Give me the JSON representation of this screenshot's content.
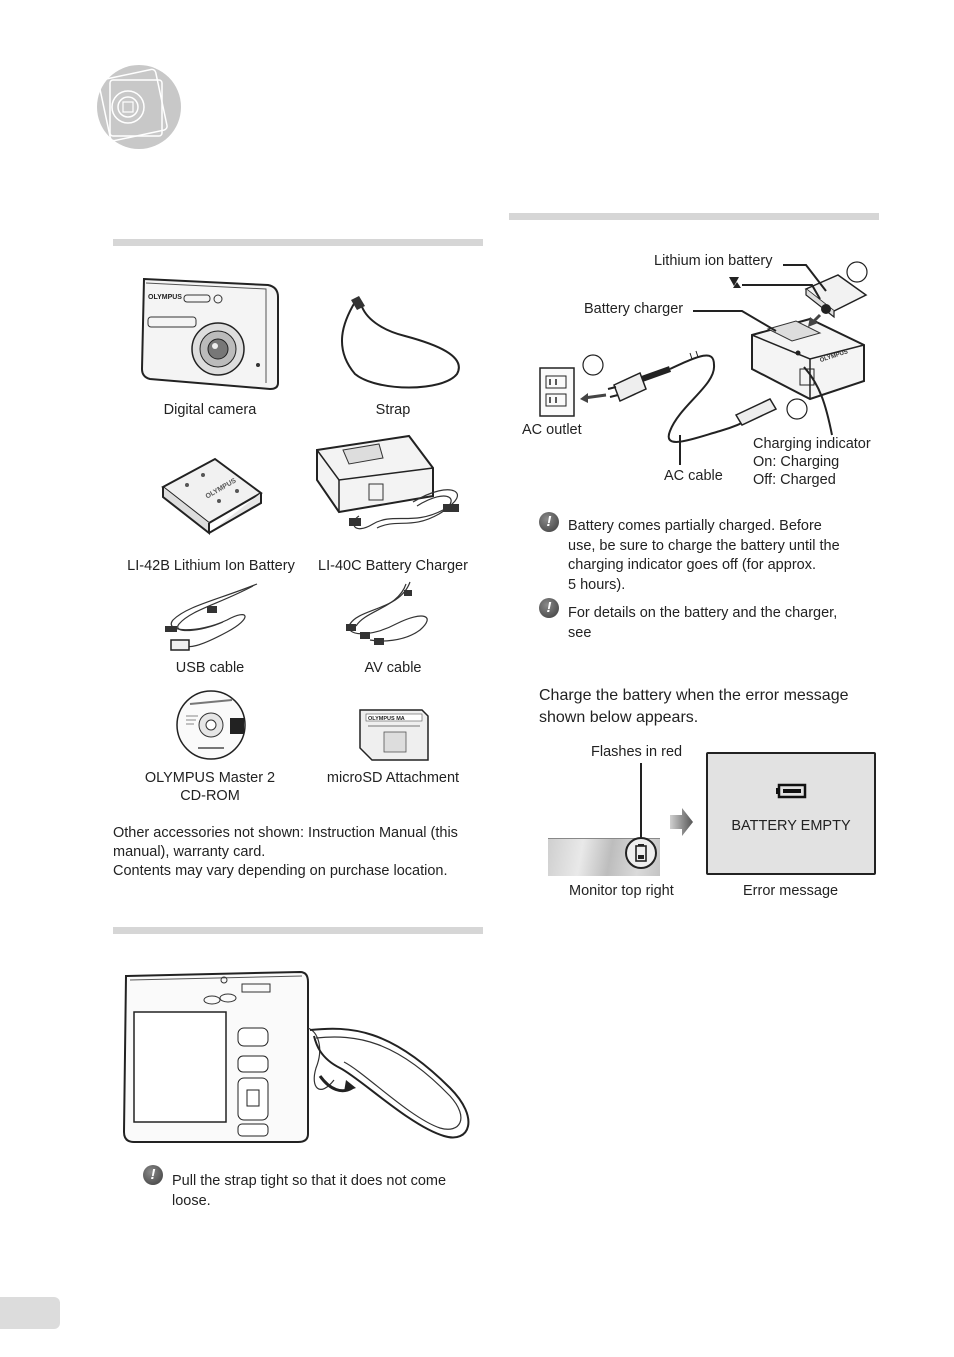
{
  "box_contents": {
    "items": [
      {
        "label": "Digital camera"
      },
      {
        "label": "Strap"
      },
      {
        "label": "LI-42B Lithium Ion Battery"
      },
      {
        "label": "LI-40C Battery Charger"
      },
      {
        "label": "USB cable"
      },
      {
        "label": "AV cable"
      },
      {
        "label": "OLYMPUS Master 2",
        "label2": "CD-ROM"
      },
      {
        "label": "microSD Attachment"
      }
    ],
    "note_lines": [
      "Other accessories not shown: Instruction Manual (this",
      "manual), warranty card.",
      "Contents may vary depending on purchase location."
    ]
  },
  "strap_section": {
    "note_lines": [
      "Pull the strap tight so that it does not come",
      "loose."
    ]
  },
  "charging_section": {
    "diagram_labels": {
      "battery": "Lithium ion battery",
      "charger": "Battery charger",
      "outlet": "AC outlet",
      "cable": "AC cable",
      "indicator_title": "Charging indicator",
      "indicator_on": "On: Charging",
      "indicator_off": "Off: Charged"
    },
    "note1_lines": [
      "Battery comes partially charged. Before",
      "use, be sure to charge the battery until the",
      "charging indicator goes off (for approx.",
      "5 hours)."
    ],
    "note2_lines": [
      "For details on the battery and the charger,",
      "see"
    ],
    "when_lines": [
      "Charge the battery when the error message",
      "shown below appears."
    ],
    "error_diagram": {
      "flash_label": "Flashes in red",
      "screen_text": "BATTERY EMPTY",
      "left_caption": "Monitor top right",
      "right_caption": "Error message"
    }
  },
  "camera_brand_text": "OLYMPUS",
  "icons": [
    "camera-chapter-icon",
    "warning-icon",
    "battery-empty-icon",
    "arrow-right-icon"
  ],
  "colors": {
    "section_bar": "#d6d6d6",
    "chapter_icon": "#c8c8c8",
    "page_tab": "#dcdcdc"
  }
}
